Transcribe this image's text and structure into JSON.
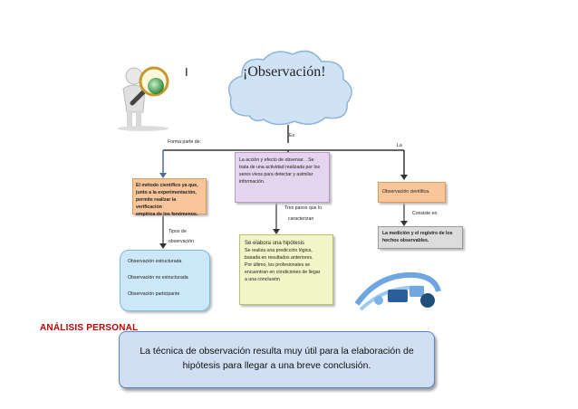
{
  "cloud": {
    "title": "¡Observación!"
  },
  "cursor_mark": "I",
  "labels": {
    "forma_parte": "Forma parte de:",
    "es": "Es",
    "la": "La",
    "tipos_1": "Tipos de",
    "tipos_2": "observación",
    "tres_pasos_1": "Tres pasos que lo",
    "tres_pasos_2": "caracterizan",
    "consiste": "Consiste en"
  },
  "boxes": {
    "purple": [
      "La acción y efecto de observar. . Se",
      "trata de una actividad realizada por los",
      "seres vivos para detectar y asimilar",
      "información."
    ],
    "orange_left": [
      "El método científico ya que,",
      "junto a la experimentación,",
      "permite realizar la verificación",
      "empírica de los fenómenos."
    ],
    "blue": [
      "Observación estructurada",
      "Observación no estructurada",
      "Observación participante"
    ],
    "green": [
      "Se elabora una hipótesis",
      "Se realiza una predicción lógica,",
      "basada en resultados anteriores.",
      "Por último, los profesionales se",
      "encuentran en condiciones de llegar",
      "a una conclusión"
    ],
    "orange_right": "Observación científica.",
    "gray": [
      "La medición y el registro de los",
      "hechos observables."
    ]
  },
  "analysis": {
    "heading": "ANÁLISIS PERSONAL",
    "text_line1": "La técnica de observación resulta muy útil para  la elaboración de",
    "text_line2": "hipótesis para llegar a una breve  conclusión."
  },
  "colors": {
    "cloud": "#cfe3f5",
    "purple": "#e4d4ee",
    "orange": "#f9c69c",
    "blue": "#cce7f8",
    "green": "#f1f5c8",
    "gray": "#dcdcdc",
    "heading": "#c00000",
    "analysis_bg": "#d0dff3"
  }
}
